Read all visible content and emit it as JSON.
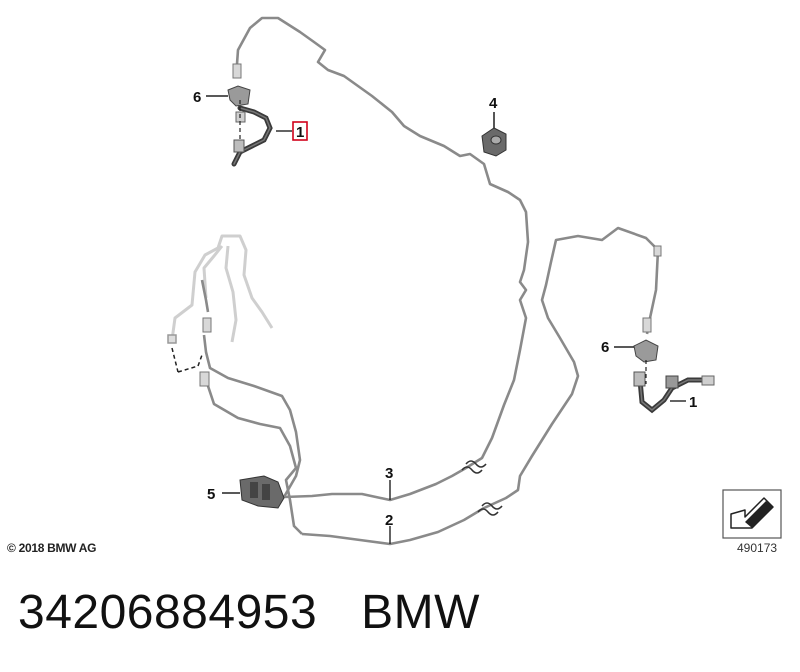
{
  "callouts": {
    "c1_top": "1",
    "c1_right": "1",
    "c2": "2",
    "c3": "3",
    "c4": "4",
    "c5": "5",
    "c6_top": "6",
    "c6_right": "6"
  },
  "footer": {
    "copyright": "© 2018 BMW AG",
    "reference_number": "490173",
    "part_number": "34206884953",
    "brand": "BMW"
  },
  "colors": {
    "line": "#8a8a8a",
    "ghost_line": "#cfcfcf",
    "hose": "#3a3a3a",
    "highlight": "#d0021b"
  }
}
